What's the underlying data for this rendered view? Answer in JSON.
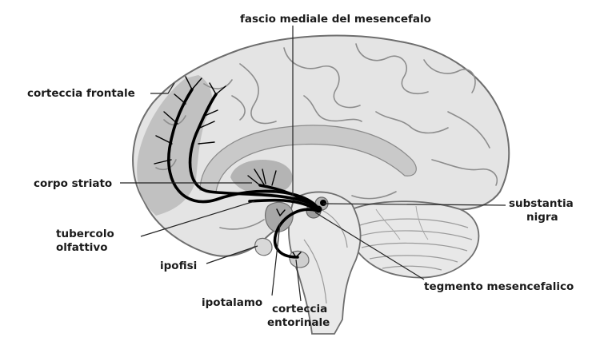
{
  "labels": {
    "fascio": "fascio mediale del mesencefalo",
    "corteccia_frontale": "corteccia frontale",
    "corpo_striato": "corpo striato",
    "tubercolo_1": "tubercolo",
    "tubercolo_2": "olfattivo",
    "ipofisi": "ipofisi",
    "ipotalamo": "ipotalamo",
    "corteccia_entorinale_1": "corteccia",
    "corteccia_entorinale_2": "entorinale",
    "substantia_1": "substantia",
    "substantia_2": "nigra",
    "tegmento": "tegmento mesencefalico"
  }
}
